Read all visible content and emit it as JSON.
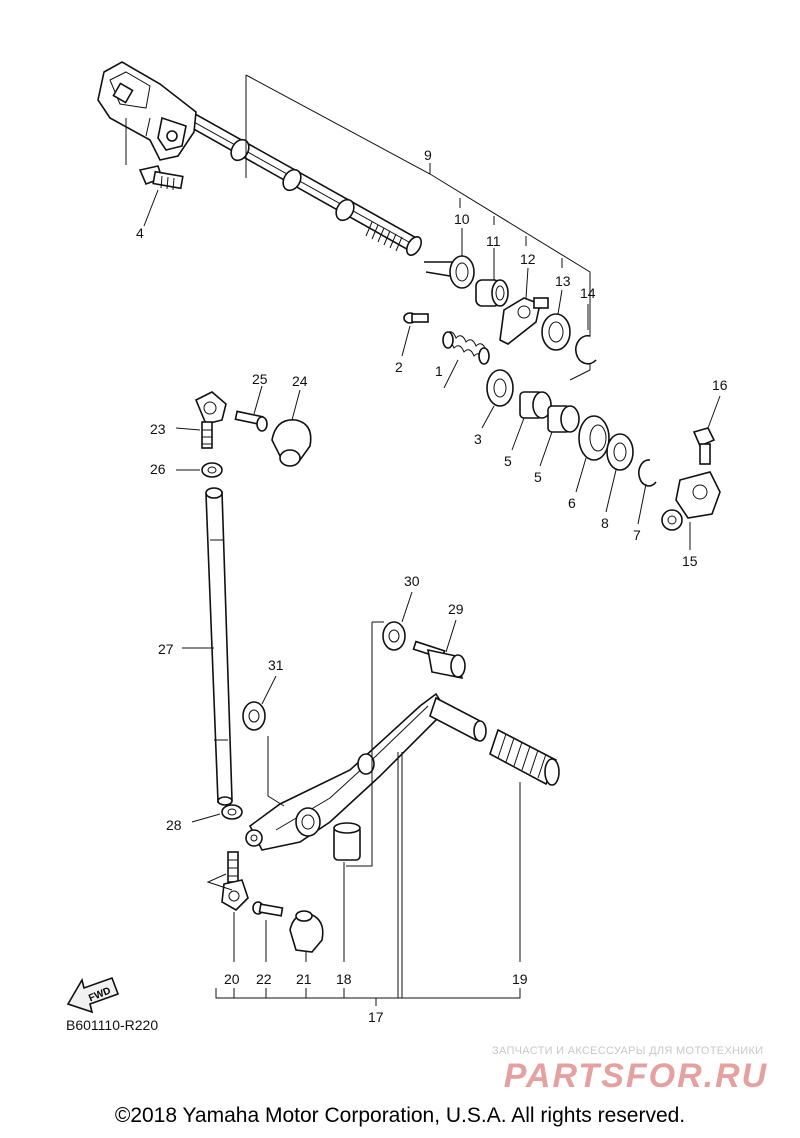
{
  "callouts": {
    "c1": "1",
    "c2": "2",
    "c3": "3",
    "c4": "4",
    "c5a": "5",
    "c5b": "5",
    "c6": "6",
    "c7": "7",
    "c8": "8",
    "c9": "9",
    "c10": "10",
    "c11": "11",
    "c12": "12",
    "c13": "13",
    "c14": "14",
    "c15": "15",
    "c16": "16",
    "c17": "17",
    "c18": "18",
    "c19": "19",
    "c20": "20",
    "c21": "21",
    "c22": "22",
    "c23": "23",
    "c24": "24",
    "c25": "25",
    "c26": "26",
    "c27": "27",
    "c28": "28",
    "c29": "29",
    "c30": "30",
    "c31": "31"
  },
  "direction_label": "FWD",
  "diagram_code": "B601110-R220",
  "watermark": {
    "tagline": "ЗАПЧАСТИ И АКСЕССУАРЫ ДЛЯ МОТОТЕХНИКИ",
    "logo": "PARTSFOR.RU"
  },
  "copyright": "©2018 Yamaha Motor Corporation, U.S.A. All rights reserved.",
  "colors": {
    "line": "#111111",
    "watermark": "#c9c9c9",
    "watermark_logo": "#e5a0a0"
  }
}
